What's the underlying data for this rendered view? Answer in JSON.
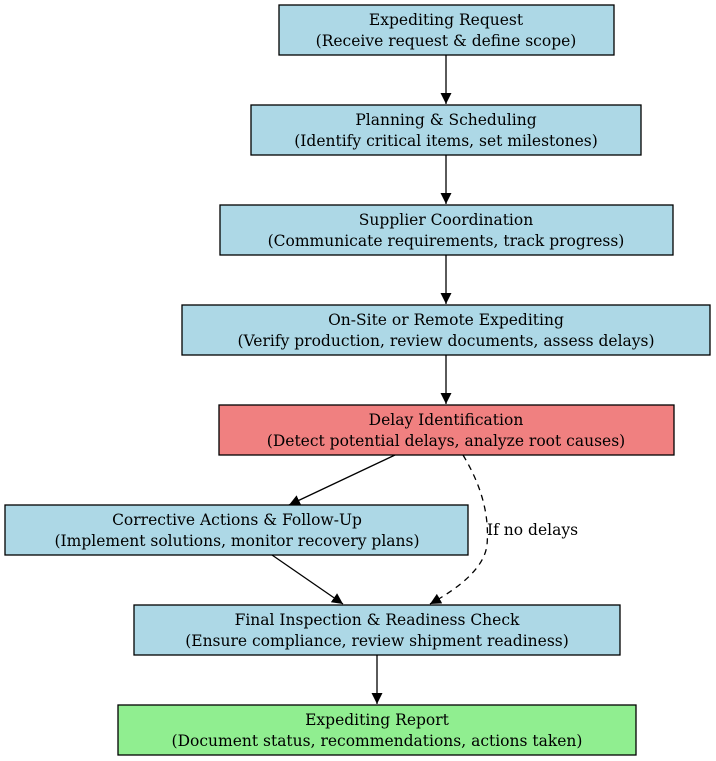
{
  "colors": {
    "default_fill": "#add8e6",
    "delay_fill": "#f08080",
    "report_fill": "#90ee90",
    "stroke": "#000000"
  },
  "nodes": [
    {
      "id": "request",
      "title": "Expediting Request",
      "subtitle": "(Receive request & define scope)",
      "fill": "#add8e6"
    },
    {
      "id": "planning",
      "title": "Planning & Scheduling",
      "subtitle": "(Identify critical items, set milestones)",
      "fill": "#add8e6"
    },
    {
      "id": "supplier",
      "title": "Supplier Coordination",
      "subtitle": "(Communicate requirements, track progress)",
      "fill": "#add8e6"
    },
    {
      "id": "onsite",
      "title": "On-Site or Remote Expediting",
      "subtitle": "(Verify production, review documents, assess delays)",
      "fill": "#add8e6"
    },
    {
      "id": "delay",
      "title": "Delay Identification",
      "subtitle": "(Detect potential delays, analyze root causes)",
      "fill": "#f08080"
    },
    {
      "id": "corrective",
      "title": "Corrective Actions & Follow-Up",
      "subtitle": "(Implement solutions, monitor recovery plans)",
      "fill": "#add8e6"
    },
    {
      "id": "final",
      "title": "Final Inspection & Readiness Check",
      "subtitle": "(Ensure compliance, review shipment readiness)",
      "fill": "#add8e6"
    },
    {
      "id": "report",
      "title": "Expediting Report",
      "subtitle": "(Document status, recommendations, actions taken)",
      "fill": "#90ee90"
    }
  ],
  "edges": [
    {
      "from": "request",
      "to": "planning",
      "style": "solid",
      "label": ""
    },
    {
      "from": "planning",
      "to": "supplier",
      "style": "solid",
      "label": ""
    },
    {
      "from": "supplier",
      "to": "onsite",
      "style": "solid",
      "label": ""
    },
    {
      "from": "onsite",
      "to": "delay",
      "style": "solid",
      "label": ""
    },
    {
      "from": "delay",
      "to": "corrective",
      "style": "solid",
      "label": ""
    },
    {
      "from": "corrective",
      "to": "final",
      "style": "solid",
      "label": ""
    },
    {
      "from": "delay",
      "to": "final",
      "style": "dashed",
      "label": "If no delays"
    },
    {
      "from": "final",
      "to": "report",
      "style": "solid",
      "label": ""
    }
  ]
}
